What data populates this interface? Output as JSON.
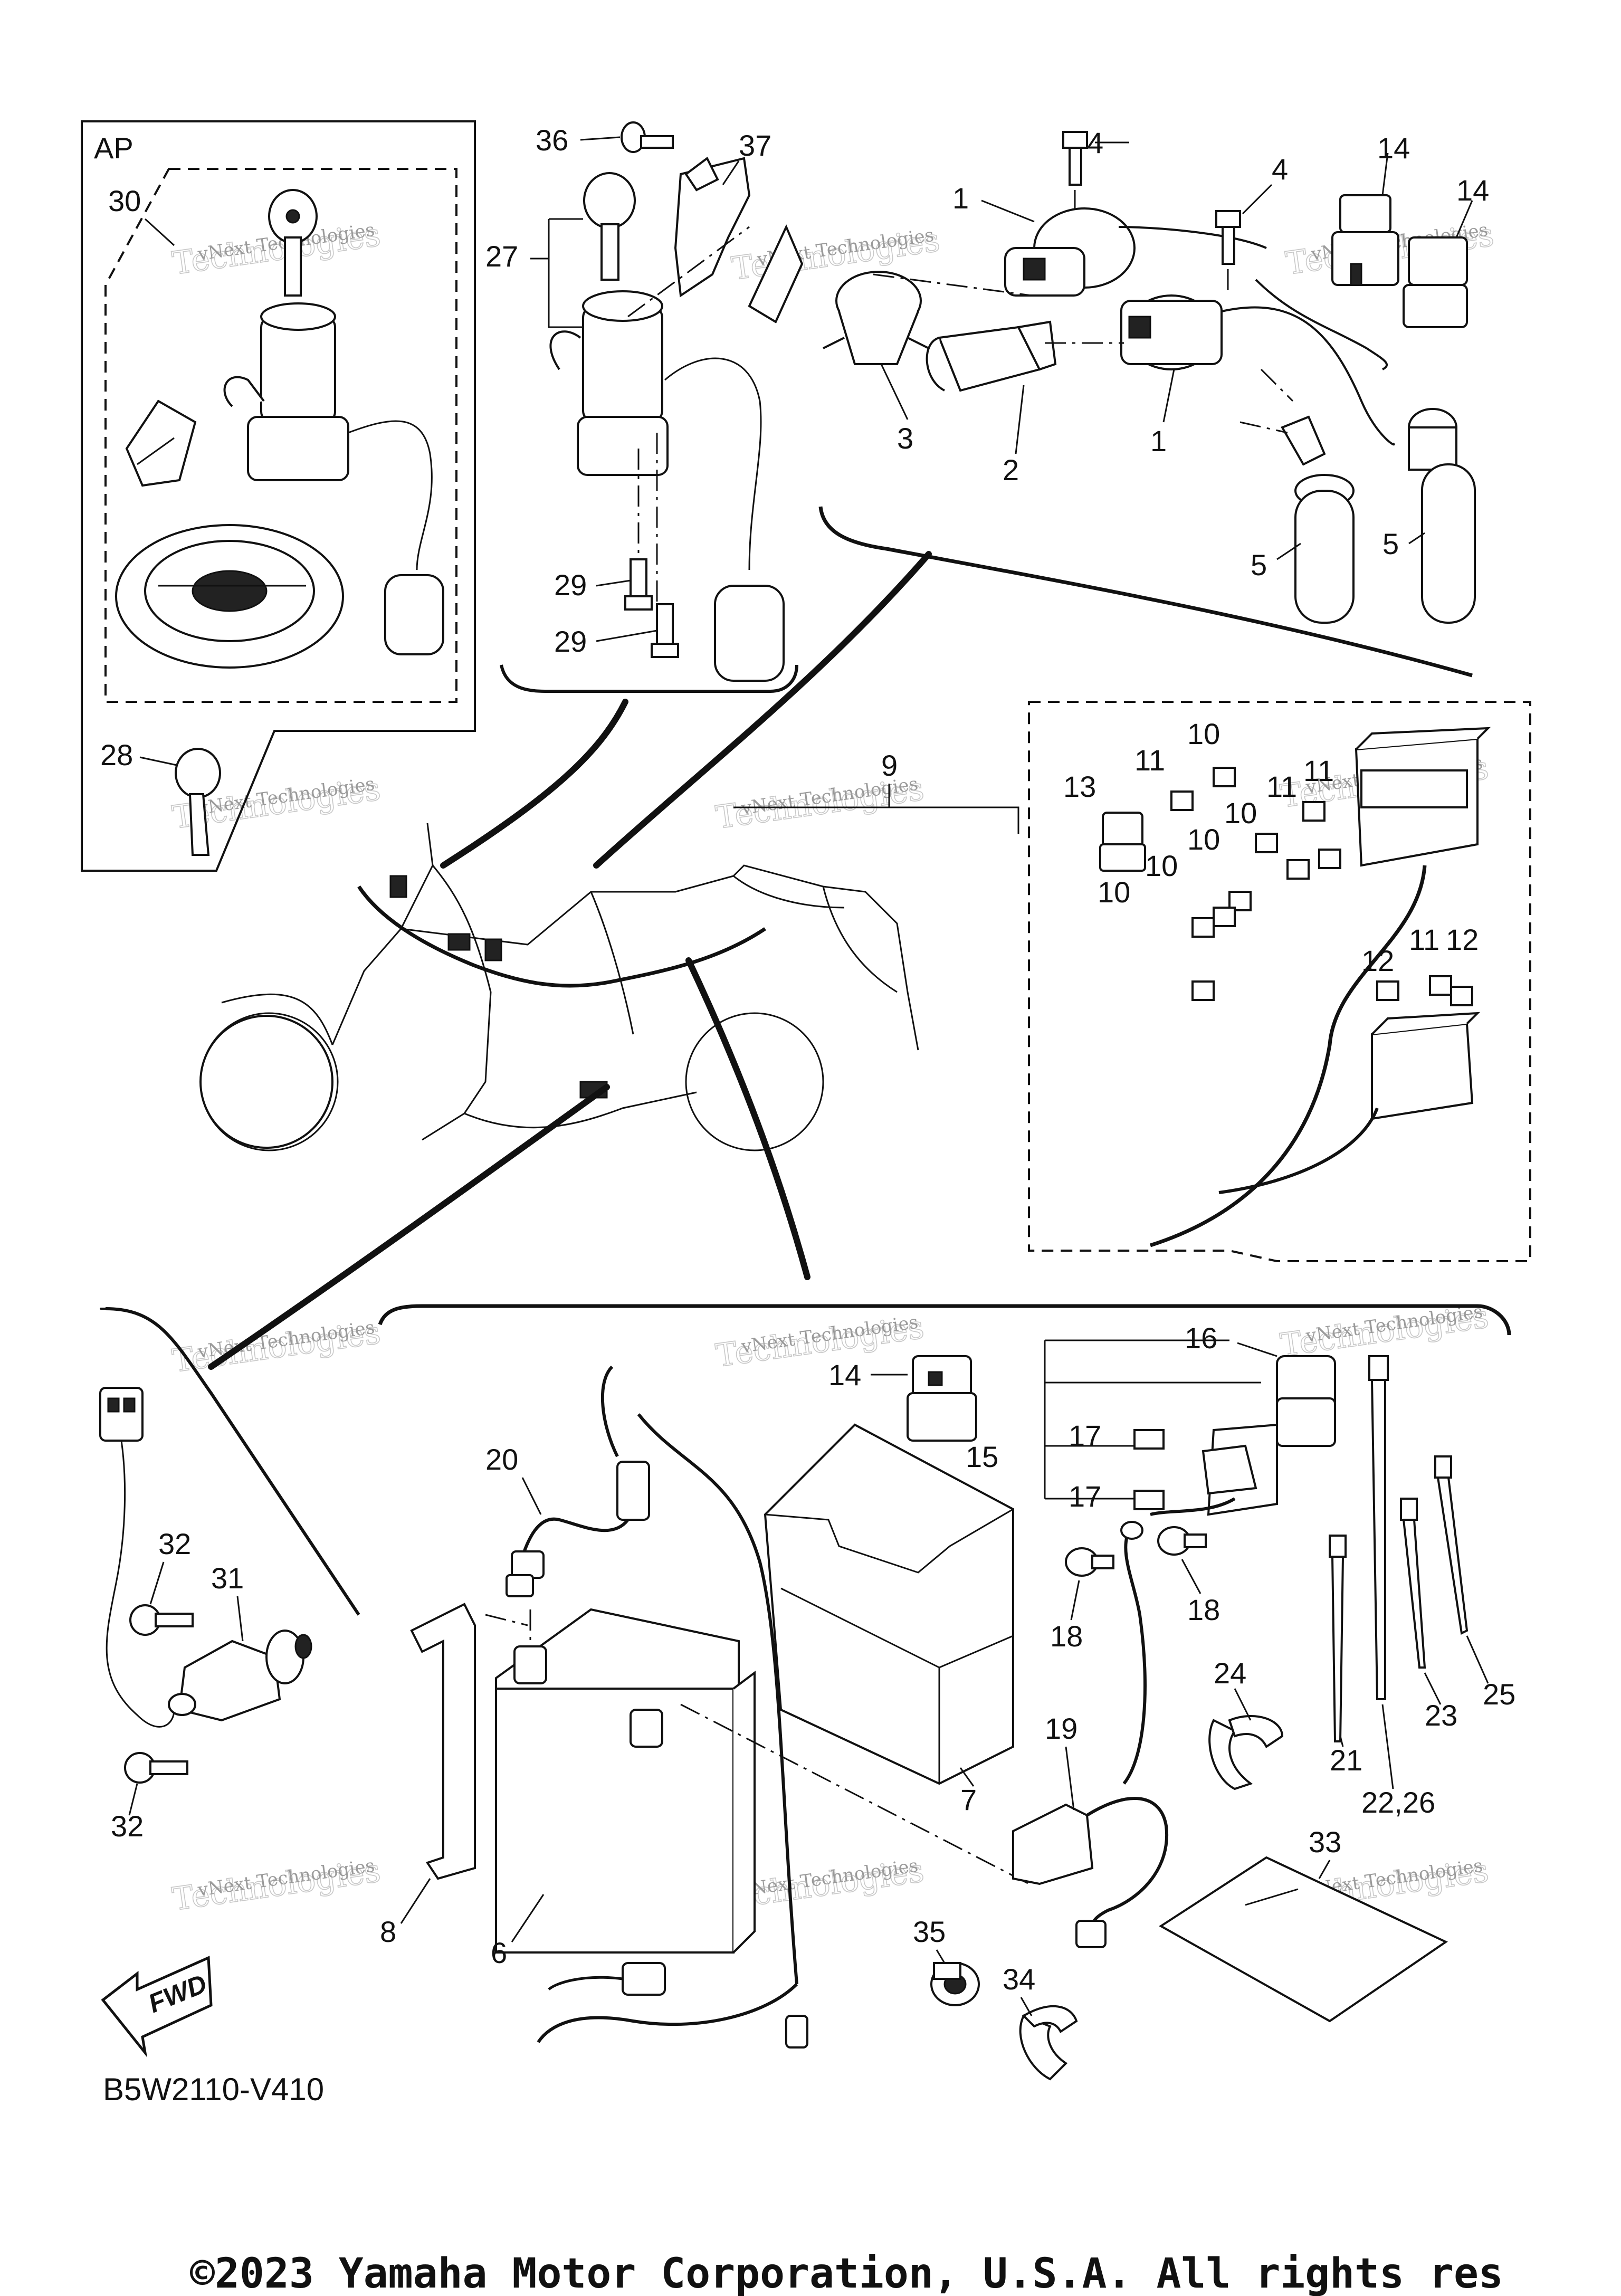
{
  "diagram": {
    "group_label_ap": "AP",
    "part_code": "B5W2110-V410",
    "copyright": "©2023 Yamaha Motor Corporation, U.S.A. All rights res",
    "fwd_label": "FWD",
    "watermark_line1": "vNext Technologies",
    "watermark_line2": "Technologies",
    "callouts": {
      "c1a": "1",
      "c1b": "1",
      "c2": "2",
      "c3": "3",
      "c4a": "4",
      "c4b": "4",
      "c5a": "5",
      "c5b": "5",
      "c6": "6",
      "c7": "7",
      "c8": "8",
      "c9": "9",
      "c10a": "10",
      "c10b": "10",
      "c10c": "10",
      "c10d": "10",
      "c10e": "10",
      "c11a": "11",
      "c11b": "11",
      "c11c": "11",
      "c11d": "11",
      "c12a": "12",
      "c12b": "12",
      "c13": "13",
      "c14a": "14",
      "c14b": "14",
      "c14c": "14",
      "c15": "15",
      "c16": "16",
      "c17a": "17",
      "c17b": "17",
      "c18a": "18",
      "c18b": "18",
      "c19": "19",
      "c20": "20",
      "c21": "21",
      "c22": "22,26",
      "c23": "23",
      "c24": "24",
      "c25": "25",
      "c27": "27",
      "c28": "28",
      "c29a": "29",
      "c29b": "29",
      "c30": "30",
      "c31": "31",
      "c32a": "32",
      "c32b": "32",
      "c33": "33",
      "c34": "34",
      "c35": "35",
      "c36": "36",
      "c37": "37"
    }
  }
}
